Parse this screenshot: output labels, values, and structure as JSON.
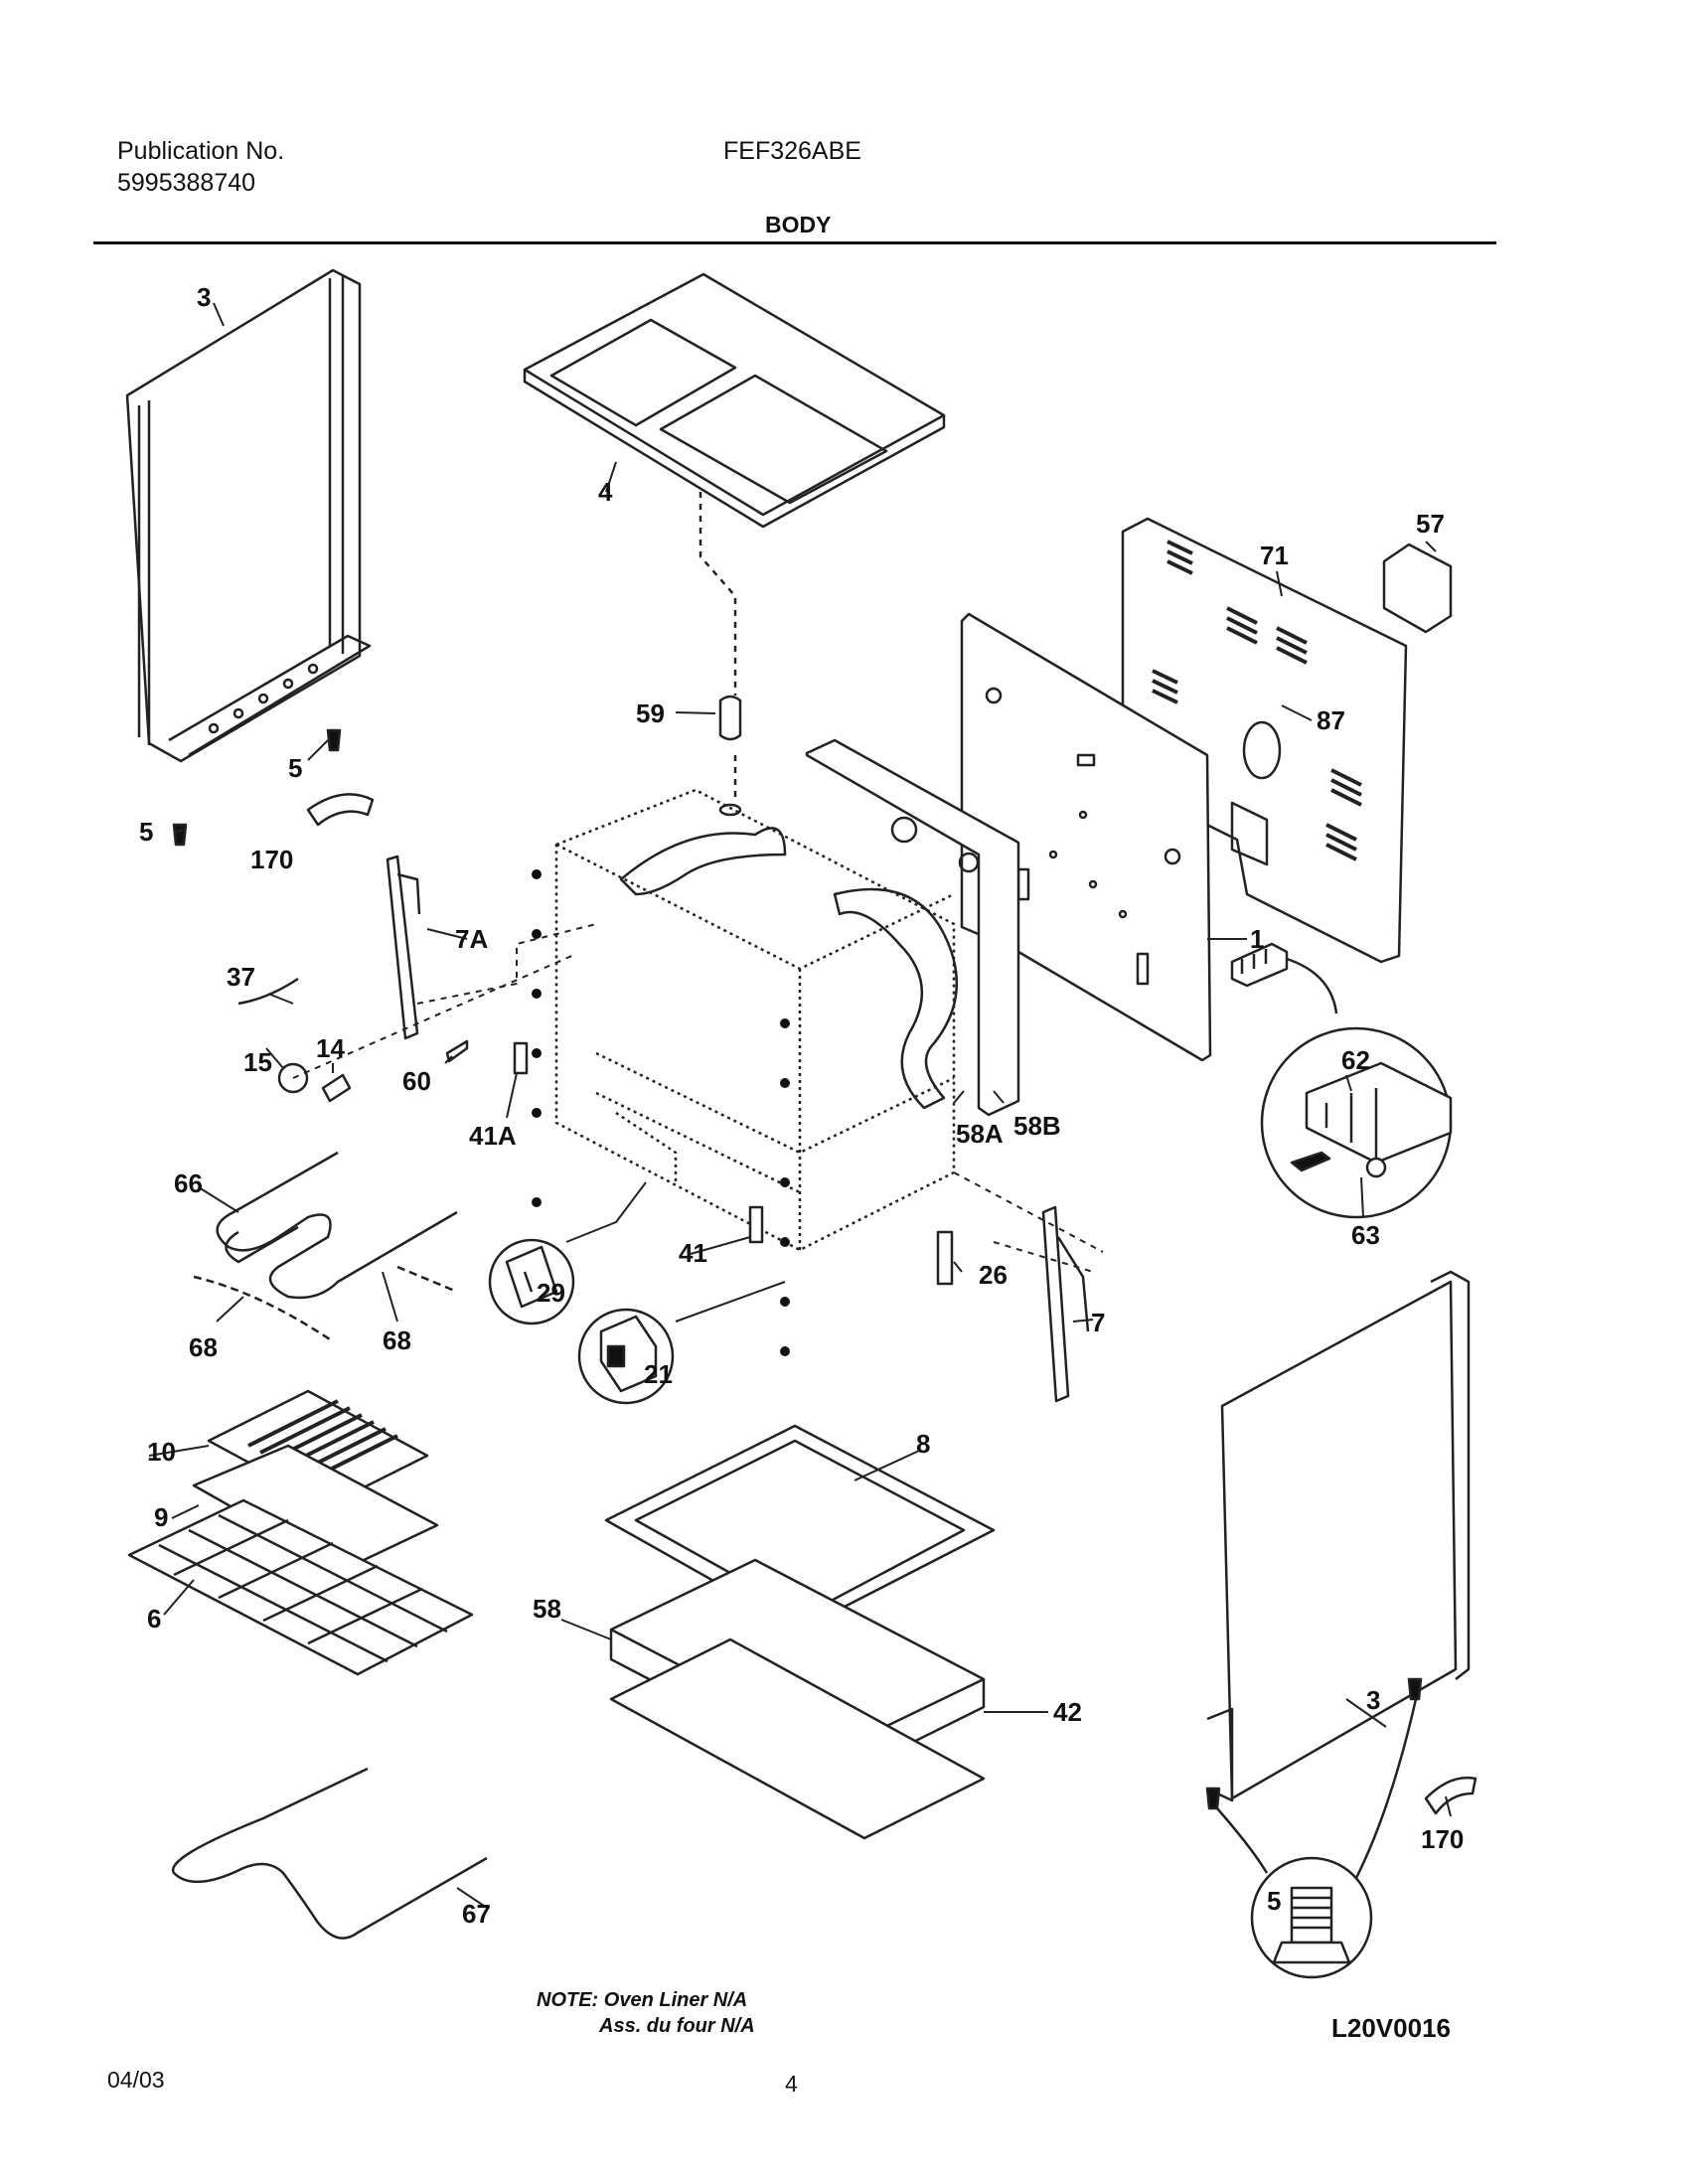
{
  "header": {
    "publication_label": "Publication No.",
    "publication_number": "5995388740",
    "model": "FEF326ABE",
    "section_title": "BODY"
  },
  "callouts": {
    "c3a": "3",
    "c4": "4",
    "c57": "57",
    "c71": "71",
    "c59": "59",
    "c87": "87",
    "c5a": "5",
    "c5b": "5",
    "c170a": "170",
    "c7a": "7A",
    "c1": "1",
    "c37": "37",
    "c14": "14",
    "c15": "15",
    "c60": "60",
    "c41a": "41A",
    "c58a": "58A",
    "c58b": "58B",
    "c62": "62",
    "c63": "63",
    "c66": "66",
    "c68a": "68",
    "c68b": "68",
    "c29": "29",
    "c41": "41",
    "c26": "26",
    "c7": "7",
    "c21": "21",
    "c10": "10",
    "c9": "9",
    "c6": "6",
    "c8": "8",
    "c58": "58",
    "c42": "42",
    "c3b": "3",
    "c170b": "170",
    "c5c": "5",
    "c67": "67"
  },
  "notes": {
    "line1": "NOTE: Oven Liner N/A",
    "line2": "Ass. du four N/A"
  },
  "diagram_code": "L20V0016",
  "footer": {
    "date": "04/03",
    "page": "4"
  }
}
